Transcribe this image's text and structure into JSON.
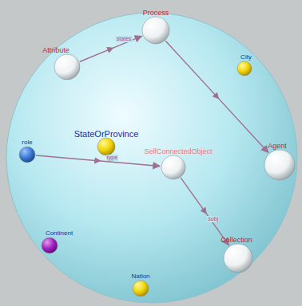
{
  "diagram": {
    "nodes": [
      {
        "text": [
          "Attribute"
        ]
      },
      {
        "text": [
          "Process"
        ]
      },
      {
        "text": [
          "City"
        ]
      },
      {
        "text": [
          "Agent"
        ]
      },
      {
        "text": [
          "StateOrProvince"
        ]
      },
      {
        "text": [
          "role"
        ]
      },
      {
        "text": [
          "SelfConnectedObject"
        ]
      },
      {
        "text": [
          "Collection"
        ]
      },
      {
        "text": [
          "Continent"
        ]
      },
      {
        "text": [
          "Nation"
        ]
      }
    ],
    "edges": [
      {
        "from": 0,
        "to": 1,
        "label": "states",
        "arrow": "to"
      },
      {
        "from": 1,
        "to": 3,
        "arrow": "to"
      },
      {
        "from": 5,
        "to": 6,
        "label": "type",
        "arrow": "to"
      },
      {
        "from": 6,
        "to": 7,
        "label": "subj",
        "arrow": "to"
      }
    ]
  }
}
